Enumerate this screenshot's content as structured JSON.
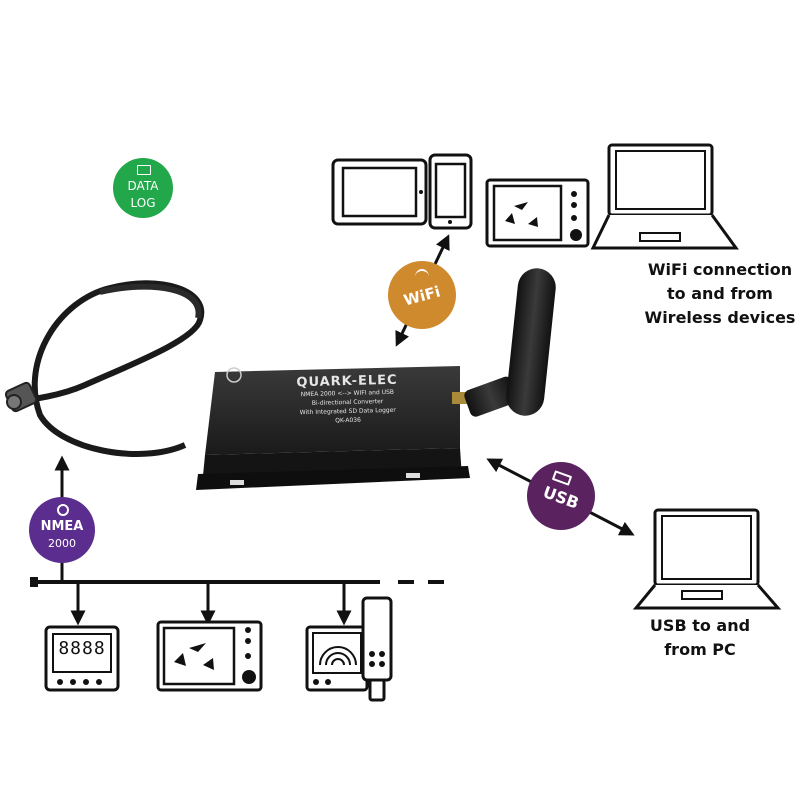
{
  "badges": {
    "datalog": {
      "line1": "DATA",
      "line2": "LOG",
      "color": "#22a84a",
      "icon": "document-stack-icon"
    },
    "wifi": {
      "text": "WiFi",
      "color": "#d08a2e",
      "icon": "wifi-signal-icon"
    },
    "usb": {
      "text": "USB",
      "color": "#5a2360",
      "icon": "usb-plug-icon"
    },
    "nmea": {
      "line1": "NMEA",
      "line2": "2000",
      "color": "#5b2d8e",
      "icon": "target-icon"
    }
  },
  "labels": {
    "wifi_line1": "WiFi connection",
    "wifi_line2": "to and from",
    "wifi_line3": "Wireless devices",
    "usb_line1": "USB to and",
    "usb_line2": "from PC"
  },
  "device": {
    "brand": "QUARK-ELEC",
    "line1": "NMEA 2000 <--> WIFI and USB",
    "line2": "Bi-directional Converter",
    "line3": "With Integrated SD Data Logger",
    "model": "QK-A036"
  },
  "nmea_display_digits": "8888"
}
